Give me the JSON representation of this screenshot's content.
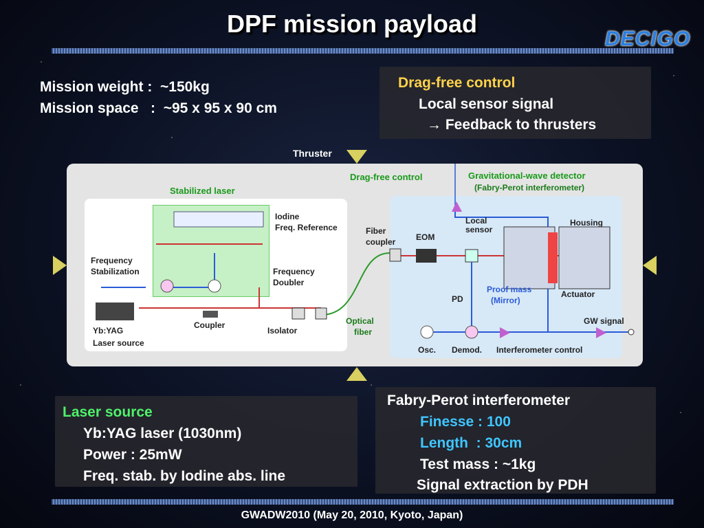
{
  "title": "DPF mission payload",
  "logo": "DECIGO",
  "mission": {
    "weight": "Mission weight :  ~150kg",
    "space": "Mission space   :  ~95 x 95 x 90 cm"
  },
  "dragfree_panel": {
    "heading": "Drag-free control",
    "line1": "Local sensor signal",
    "line2": "→ Feedback to thrusters"
  },
  "laser_panel": {
    "heading": "Laser source",
    "line1": "Yb:YAG laser (1030nm)",
    "line2": "Power : 25mW",
    "line3": "Freq. stab. by Iodine abs. line"
  },
  "fp_panel": {
    "heading": "Fabry-Perot interferometer",
    "finesse": "Finesse : 100",
    "length": "Length  : 30cm",
    "testmass": "Test mass : ~1kg",
    "signal": "Signal extraction by PDH"
  },
  "diagram": {
    "thruster": "Thruster",
    "dragfree": "Drag-free control",
    "gw_detector": "Gravitational-wave detector",
    "fp_sub": "(Fabry-Perot interferometer)",
    "stabilized_laser": "Stabilized laser",
    "iodine": "Iodine",
    "freq_ref": "Freq. Reference",
    "freq_stab1": "Frequency",
    "freq_stab2": "Stabilization",
    "freq_doubler1": "Frequency",
    "freq_doubler2": "Doubler",
    "fiber_coupler1": "Fiber",
    "fiber_coupler2": "coupler",
    "eom": "EOM",
    "local_sensor1": "Local",
    "local_sensor2": "sensor",
    "housing": "Housing",
    "ybyag": "Yb:YAG",
    "laser_source": "Laser source",
    "coupler": "Coupler",
    "isolator": "Isolator",
    "optical_fiber1": "Optical",
    "optical_fiber2": "fiber",
    "pd": "PD",
    "proof_mass1": "Proof mass",
    "proof_mass2": "(Mirror)",
    "actuator": "Actuator",
    "gw_signal": "GW signal",
    "osc": "Osc.",
    "demod": "Demod.",
    "ifo_control": "Interferometer control"
  },
  "footer": "GWADW2010 (May 20, 2010, Kyoto, Japan)",
  "colors": {
    "accent_yellow": "#ffd24a",
    "accent_cyan": "#3fc6ff",
    "accent_green": "#4ff26a",
    "logo_blue": "#2a7fe0"
  }
}
